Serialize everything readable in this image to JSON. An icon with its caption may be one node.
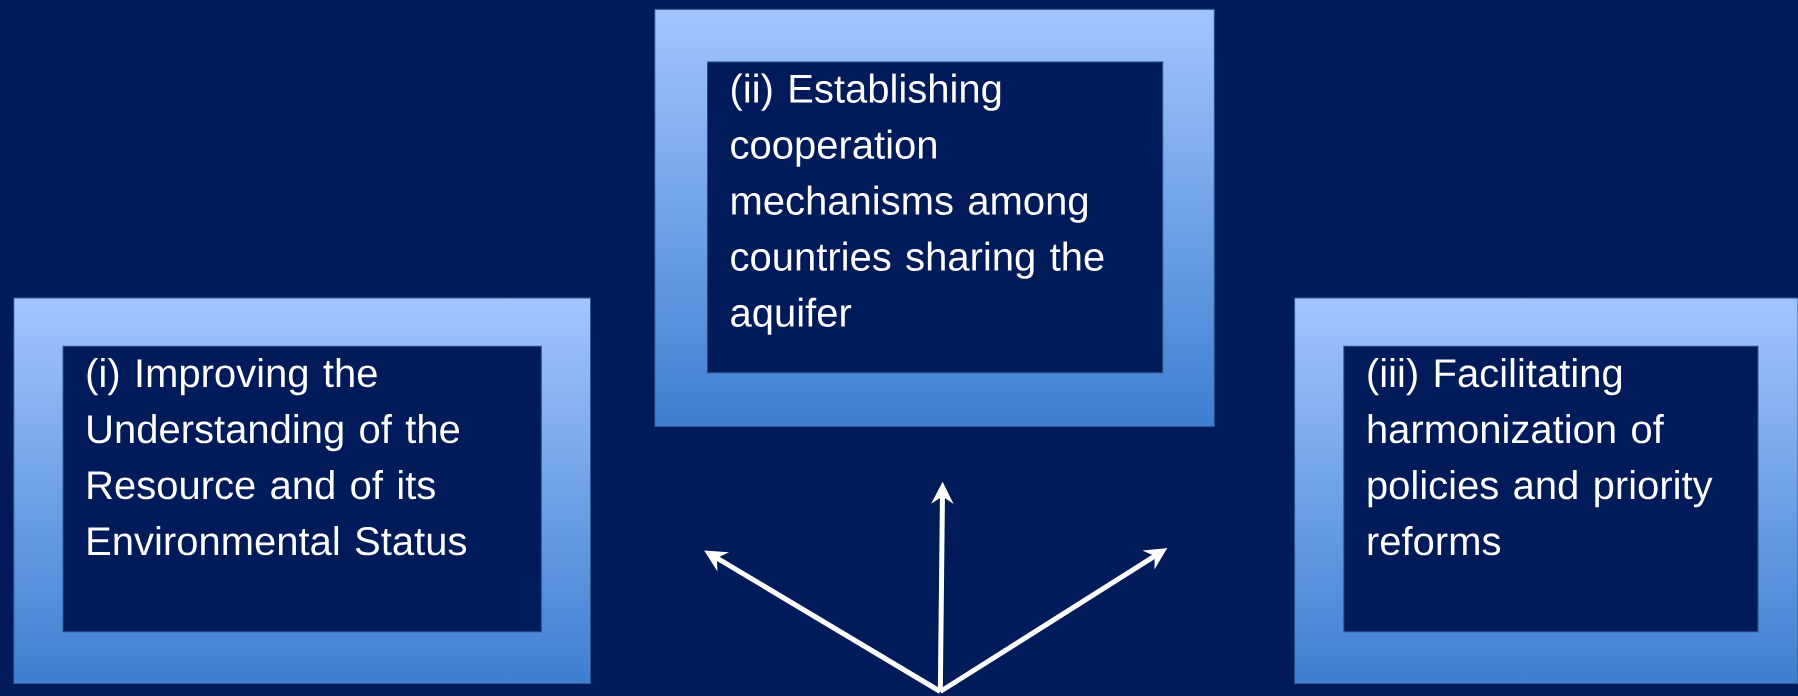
{
  "diagram": {
    "nodes": [
      {
        "text": [
          "(i) Improving the Understanding of the Resource and of its Environmental Status"
        ]
      },
      {
        "text": [
          "(ii) Establishing cooperation mechanisms among countries sharing the aquifer"
        ]
      },
      {
        "text": [
          "(iii) Facilitating harmonization of policies  and priority reforms"
        ]
      }
    ]
  }
}
